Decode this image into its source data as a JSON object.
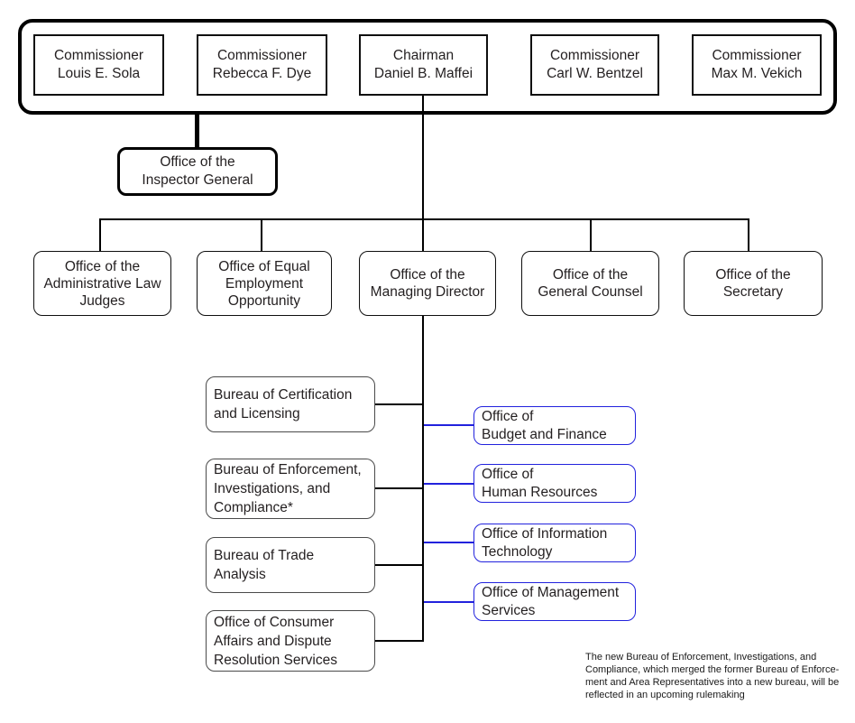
{
  "commission": {
    "members": [
      {
        "label": "Commissioner\nLouis E. Sola"
      },
      {
        "label": "Commissioner\nRebecca F. Dye"
      },
      {
        "label": "Chairman\nDaniel B. Maffei"
      },
      {
        "label": "Commissioner\nCarl W. Bentzel"
      },
      {
        "label": "Commissioner\nMax M. Vekich"
      }
    ]
  },
  "inspector_general": {
    "label": "Office of the\nInspector General"
  },
  "offices_row": [
    {
      "label": "Office of the\nAdministrative Law\nJudges"
    },
    {
      "label": "Office of Equal\nEmployment\nOpportunity"
    },
    {
      "label": "Office of the\nManaging Director"
    },
    {
      "label": "Office of the\nGeneral Counsel"
    },
    {
      "label": "Office of the\nSecretary"
    }
  ],
  "bureaus": [
    {
      "label": "Bureau of Certification\nand Licensing"
    },
    {
      "label": "Bureau of Enforcement,\nInvestigations, and\nCompliance*"
    },
    {
      "label": "Bureau of Trade\nAnalysis"
    },
    {
      "label": "Office of Consumer\nAffairs and Dispute\nResolution Services"
    }
  ],
  "managing_director_offices": [
    {
      "label": "Office of\nBudget and Finance"
    },
    {
      "label": "Office of\nHuman Resources"
    },
    {
      "label": "Office of Information\nTechnology"
    },
    {
      "label": "Office of Management\nServices"
    }
  ],
  "footnote": "The new Bureau of Enforcement, Investigations, and\nCompliance, which merged the former Bureau of Enforce-\nment and Area Representatives into a new bureau, will be\nreflected in an upcoming rulemaking",
  "colors": {
    "line_black": "#000000",
    "accent_blue": "#2222dd",
    "text": "#231f20",
    "background": "#ffffff"
  }
}
